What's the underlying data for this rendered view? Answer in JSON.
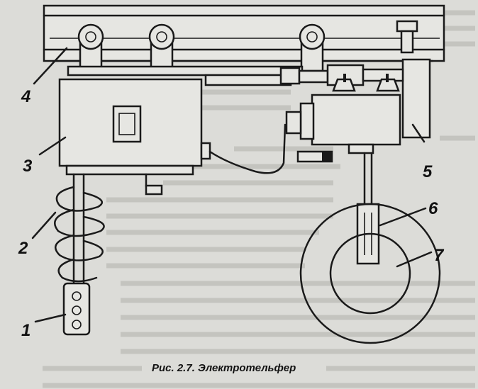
{
  "caption": "Рис. 2.7. Электротельфер",
  "labels": {
    "l1": "1",
    "l2": "2",
    "l3": "3",
    "l4": "4",
    "l5": "5",
    "l6": "6",
    "l7": "7"
  },
  "colors": {
    "ink": "#1a1a1a",
    "paper": "#dcdcd8"
  }
}
